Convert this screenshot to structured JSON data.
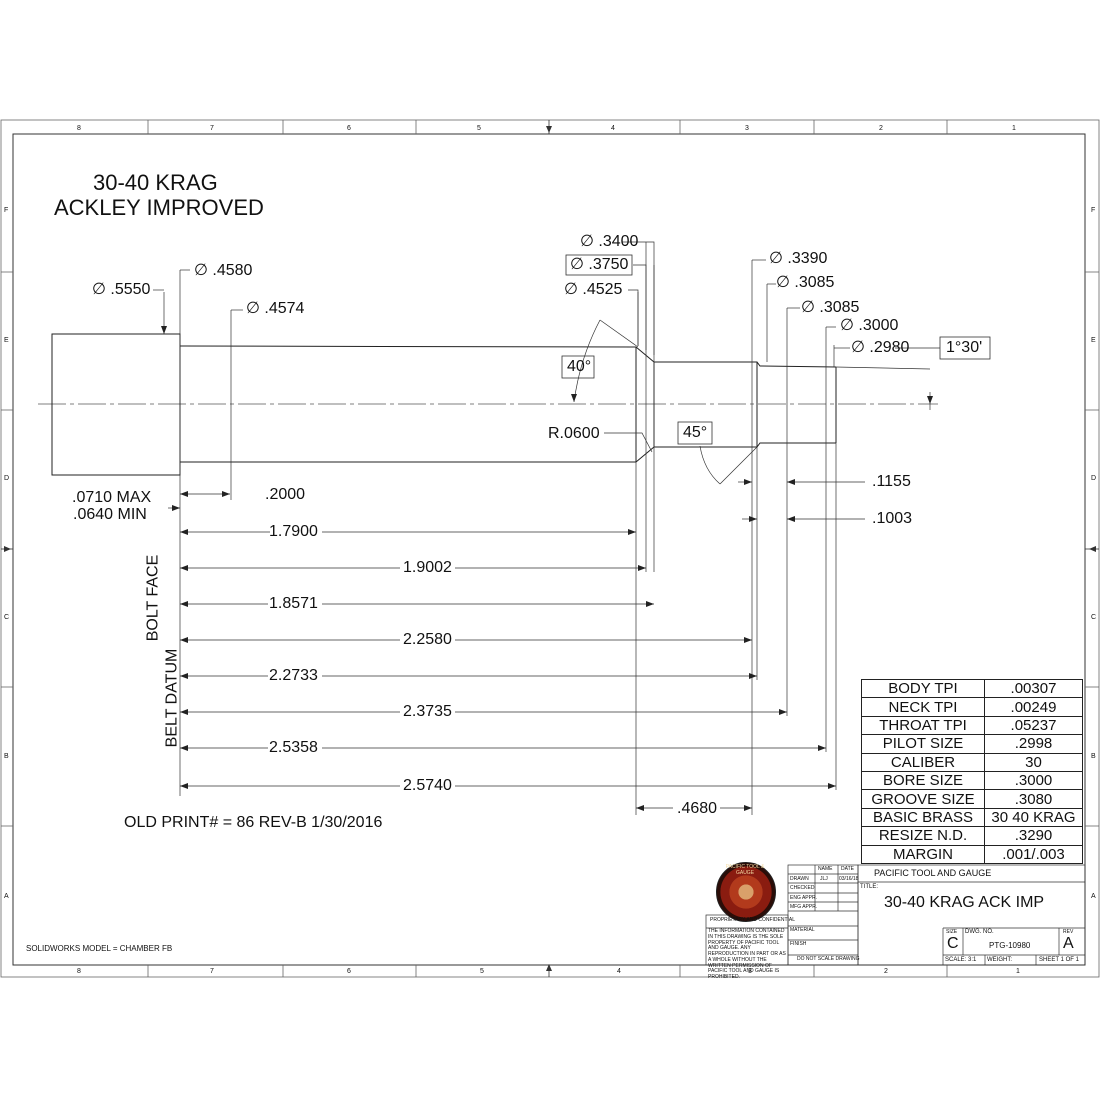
{
  "title": {
    "line1": "30-40 KRAG",
    "line2": "ACKLEY IMPROVED"
  },
  "dia_symbol": "∅",
  "diameters": {
    "d5550": ".5550",
    "d4580": ".4580",
    "d4574": ".4574",
    "d3400": ".3400",
    "d3750": ".3750",
    "d4525": ".4525",
    "d3390": ".3390",
    "d3085a": ".3085",
    "d3085b": ".3085",
    "d3000": ".3000",
    "d2980": ".2980"
  },
  "angles": {
    "shoulder": "40°",
    "throat": "45°",
    "taper": "1°30'"
  },
  "radius": "R.0600",
  "belt": {
    "max": ".0710 MAX",
    "min": ".0640 MIN"
  },
  "lengths": {
    "l2000": ".2000",
    "l1790": "1.7900",
    "l1900": "1.9002",
    "l1857": "1.8571",
    "l2258": "2.2580",
    "l2273": "2.2733",
    "l2373": "2.3735",
    "l2535": "2.5358",
    "l2574": "2.5740",
    "l4680": ".4680",
    "l1155": ".1155",
    "l1003": ".1003"
  },
  "datum": {
    "bolt_face": "BOLT FACE",
    "belt_datum": "BELT DATUM"
  },
  "old_print": "OLD PRINT# = 86 REV-B  1/30/2016",
  "model_note": "SOLIDWORKS MODEL = CHAMBER FB",
  "specs": [
    {
      "k": "BODY TPI",
      "v": ".00307"
    },
    {
      "k": "NECK TPI",
      "v": ".00249"
    },
    {
      "k": "THROAT TPI",
      "v": ".05237"
    },
    {
      "k": "PILOT SIZE",
      "v": ".2998"
    },
    {
      "k": "CALIBER",
      "v": "30"
    },
    {
      "k": "BORE SIZE",
      "v": ".3000"
    },
    {
      "k": "GROOVE SIZE",
      "v": ".3080"
    },
    {
      "k": "BASIC BRASS",
      "v": "30 40 KRAG"
    },
    {
      "k": "RESIZE N.D.",
      "v": ".3290"
    },
    {
      "k": "MARGIN",
      "v": ".001/.003"
    }
  ],
  "title_block": {
    "company": "PACIFIC TOOL AND GAUGE",
    "title_label": "TITLE:",
    "drawing_title": "30-40 KRAG ACK IMP",
    "size_label": "SIZE",
    "size": "C",
    "dwg_label": "DWG.  NO.",
    "dwg_no": "PTG-10980",
    "rev_label": "REV",
    "rev": "A",
    "scale": "SCALE: 3:1",
    "weight": "WEIGHT:",
    "sheet": "SHEET 1 OF 1",
    "name_hdr": "NAME",
    "date_hdr": "DATE",
    "drawn": "DRAWN",
    "drawn_name": "JLJ",
    "drawn_date": "03/16/18",
    "checked": "CHECKED",
    "eng_appr": "ENG APPR.",
    "mfg_appr": "MFG APPR.",
    "material": "MATERIAL",
    "finish": "FINISH",
    "no_scale": "DO NOT SCALE DRAWING",
    "proprietary_title": "PROPRIETARY AND CONFIDENTIAL",
    "proprietary_text": "THE INFORMATION CONTAINED IN THIS DRAWING IS THE SOLE PROPERTY OF PACIFIC TOOL AND GAUGE. ANY REPRODUCTION IN PART OR AS A WHOLE WITHOUT THE WRITTEN PERMISSION OF PACIFIC TOOL AND GAUGE IS PROHIBITED."
  },
  "logo_text": "PACIFIC TOOL & GAUGE",
  "zones": {
    "cols": [
      "8",
      "7",
      "6",
      "5",
      "4",
      "3",
      "2",
      "1"
    ],
    "rows": [
      "F",
      "E",
      "D",
      "C",
      "B",
      "A"
    ]
  }
}
